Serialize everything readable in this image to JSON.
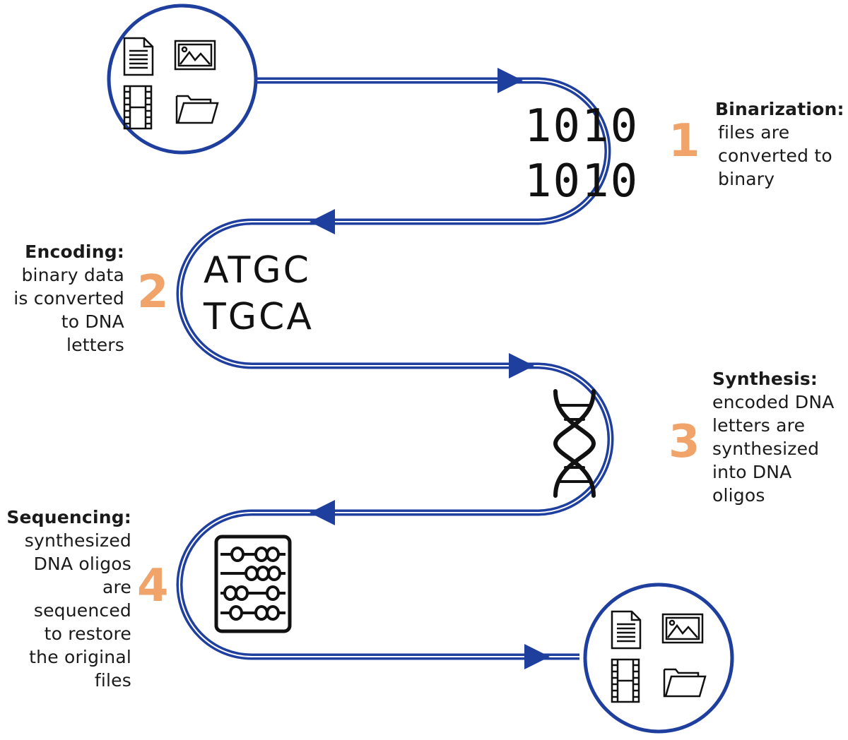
{
  "steps": [
    {
      "number": "1",
      "title": "Binarization:",
      "description": "files are\nconverted to\nbinary"
    },
    {
      "number": "2",
      "title": "Encoding:",
      "description": "binary data\nis converted\nto DNA\nletters"
    },
    {
      "number": "3",
      "title": "Synthesis:",
      "description": "encoded DNA\nletters are\nsynthesized\ninto DNA\noligos"
    },
    {
      "number": "4",
      "title": "Sequencing:",
      "description": "synthesized\nDNA oligos\nare\nsequenced\nto restore\nthe original\nfiles"
    }
  ],
  "binary_text": "1010\n1010",
  "dna_text": "ATGC\nTGCA",
  "icons": {
    "input_files": [
      "document-icon",
      "image-icon",
      "film-icon",
      "folder-icon"
    ],
    "output_files": [
      "document-icon",
      "image-icon",
      "film-icon",
      "folder-icon"
    ],
    "dna": "dna-helix-icon",
    "sequencer": "abacus-sequencer-icon"
  },
  "colors": {
    "path": "#1f3f9e",
    "step_number": "#f0a46a",
    "text": "#1a1a1a"
  }
}
